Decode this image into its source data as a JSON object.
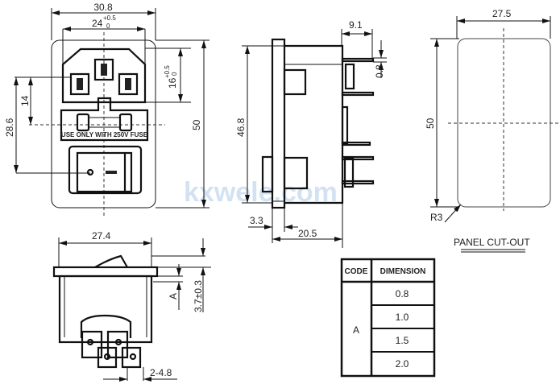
{
  "front_view": {
    "width_outer": "30.8",
    "width_inlet": "24",
    "width_inlet_tol_upper": "+0.5",
    "width_inlet_tol_lower": "0",
    "height_inlet": "16",
    "height_inlet_tol_upper": "+0.5",
    "height_inlet_tol_lower": "0",
    "dim_14": "14",
    "dim_28_6": "28.6",
    "height_total": "50",
    "fuse_label": "USE ONLY WITH 250V FUSE"
  },
  "side_view": {
    "pin_length": "9.1",
    "pin_thickness": "0.8",
    "height": "46.8",
    "flange": "3.3",
    "depth": "20.5"
  },
  "panel_cutout": {
    "width": "27.5",
    "height": "50",
    "radius": "R3",
    "title": "PANEL CUT-OUT"
  },
  "bottom_view": {
    "width": "27.4",
    "dim_a": "A",
    "dim_3_7": "3.7±0.3",
    "terminal": "2-4.8"
  },
  "table": {
    "headers": [
      "CODE",
      "DIMENSION"
    ],
    "code": "A",
    "values": [
      "0.8",
      "1.0",
      "1.5",
      "2.0"
    ]
  },
  "watermark": "kxwele.com"
}
